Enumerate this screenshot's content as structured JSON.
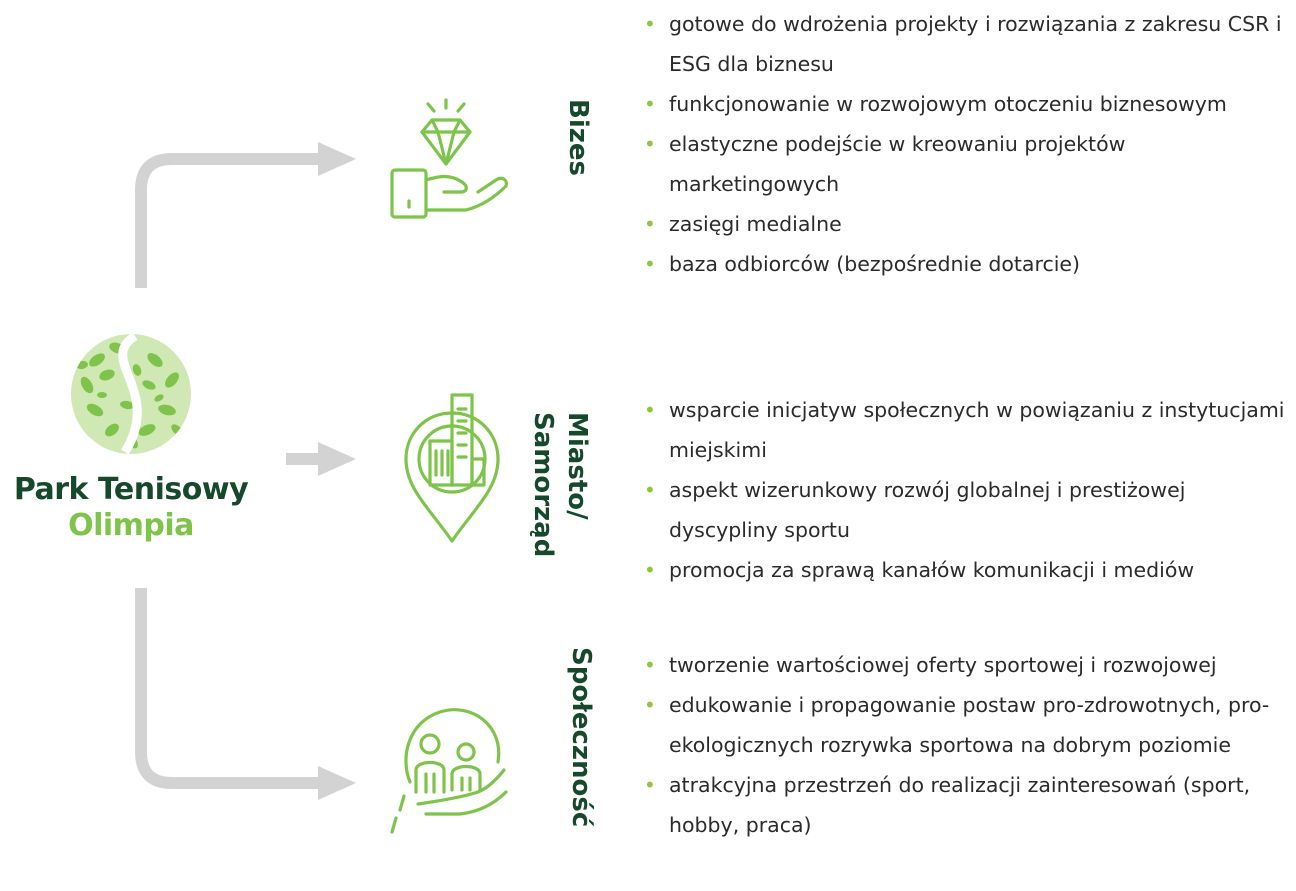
{
  "logo": {
    "line1": "Park Tenisowy",
    "line2": "Olimpia"
  },
  "colors": {
    "dark_green": "#16492b",
    "light_green": "#7ec34a",
    "arrow_gray": "#d3d3d3"
  },
  "sections": [
    {
      "label": "Bizes",
      "icon": "diamond-on-hand-icon",
      "bullets": [
        "gotowe do wdrożenia projekty i rozwiązania z zakresu CSR i ESG dla biznesu",
        "funkcjonowanie w rozwojowym otoczeniu biznesowym",
        "elastyczne podejście w kreowaniu projektów marketingowych",
        "zasięgi medialne",
        "baza odbiorców (bezpośrednie dotarcie)"
      ]
    },
    {
      "label_line1": "Miasto/",
      "label_line2": "Samorząd",
      "icon": "city-location-pin-icon",
      "bullets": [
        "wsparcie inicjatyw społecznych w powiązaniu z instytucjami miejskimi",
        "aspekt wizerunkowy rozwój globalnej i prestiżowej dyscypliny sportu",
        "promocja za sprawą kanałów komunikacji i mediów"
      ]
    },
    {
      "label": "Społeczność",
      "icon": "community-in-hand-icon",
      "bullets": [
        "tworzenie wartościowej oferty sportowej i rozwojowej",
        "edukowanie i propagowanie postaw pro-zdrowotnych, pro-ekologicznych rozrywka sportowa na dobrym poziomie",
        "atrakcyjna przestrzeń do realizacji zainteresowań (sport, hobby, praca)"
      ]
    }
  ]
}
